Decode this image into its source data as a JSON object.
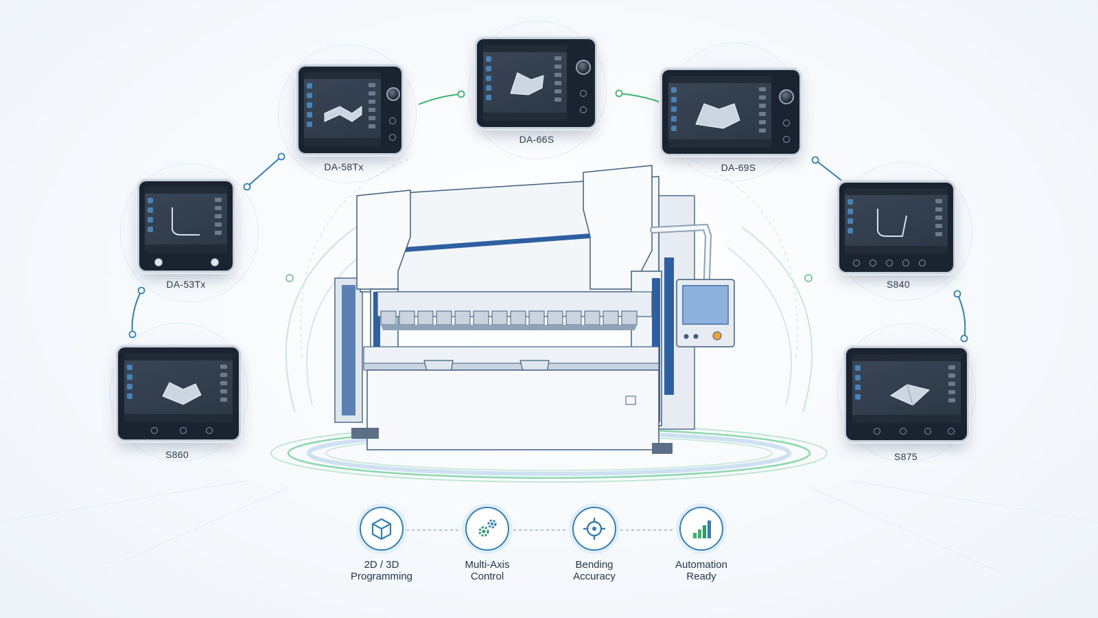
{
  "monitors": [
    {
      "id": "da53tx",
      "label": "DA-53Tx"
    },
    {
      "id": "da58tx",
      "label": "DA-58Tx"
    },
    {
      "id": "da66s",
      "label": "DA-66S"
    },
    {
      "id": "da69s",
      "label": "DA-69S"
    },
    {
      "id": "s840",
      "label": "S840"
    },
    {
      "id": "s860",
      "label": "S860"
    },
    {
      "id": "s875",
      "label": "S875"
    }
  ],
  "features": [
    {
      "line1": "2D / 3D",
      "line2": "Programming",
      "icon": "cube-icon"
    },
    {
      "line1": "Multi-Axis",
      "line2": "Control",
      "icon": "gears-icon"
    },
    {
      "line1": "Bending",
      "line2": "Accuracy",
      "icon": "crosshair-icon"
    },
    {
      "line1": "Automation",
      "line2": "Ready",
      "icon": "bar-chart-icon"
    }
  ],
  "colors": {
    "accent_blue": "#2f7fb8",
    "accent_green": "#3bb46e",
    "machine_blue": "#2e5fa0"
  }
}
